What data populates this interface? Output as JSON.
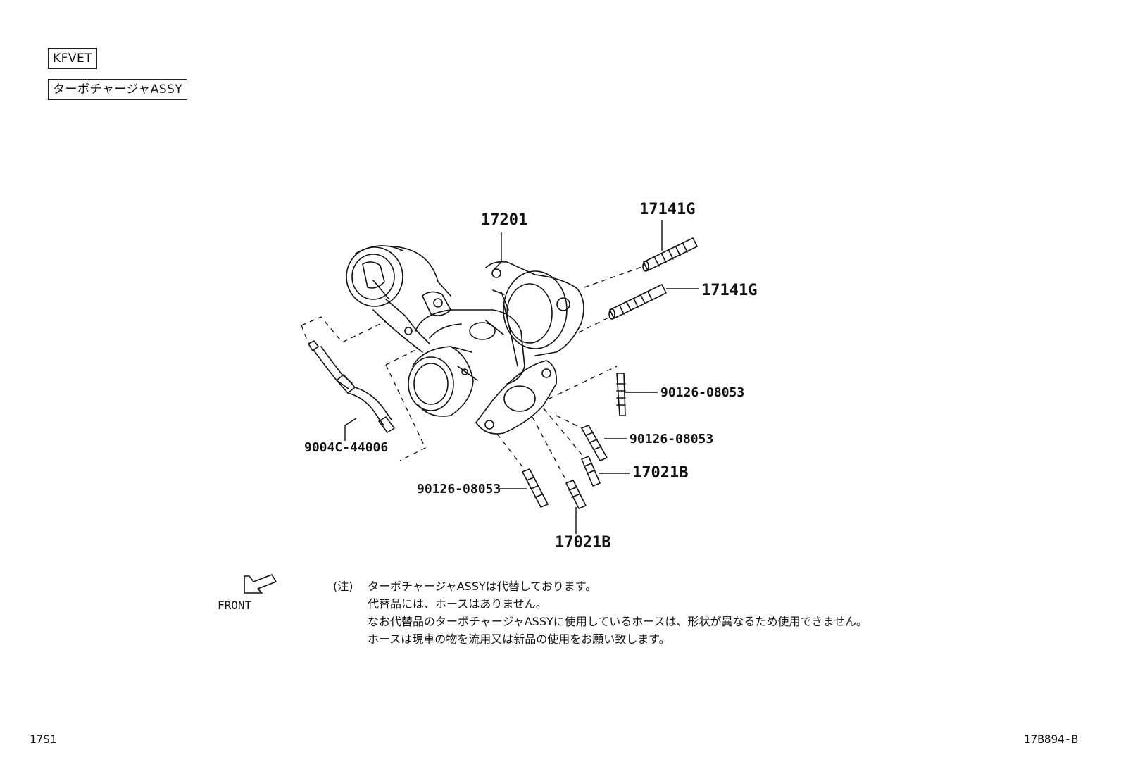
{
  "header": {
    "engine_code": "KFVET",
    "assembly_name": "ターボチャージャASSY"
  },
  "callouts": {
    "turbo_assy": "17201",
    "stud_upper": "17141G",
    "stud_lower": "17141G",
    "stud_right_1": "90126-08053",
    "stud_right_2": "90126-08053",
    "stud_bottom_left": "90126-08053",
    "nut_right": "17021B",
    "nut_bottom": "17021B",
    "hose": "9004C-44006"
  },
  "front_label": "FRONT",
  "note": {
    "prefix": "(注)",
    "lines": [
      "ターボチャージャASSYは代替しております。",
      "代替品には、ホースはありません。",
      "なお代替品のターボチャージャASSYに使用しているホースは、形状が異なるため使用できません。",
      "ホースは現車の物を流用又は新品の使用をお願い致します。"
    ]
  },
  "footer": {
    "left_code": "17S1",
    "right_code": "17B894-B"
  }
}
